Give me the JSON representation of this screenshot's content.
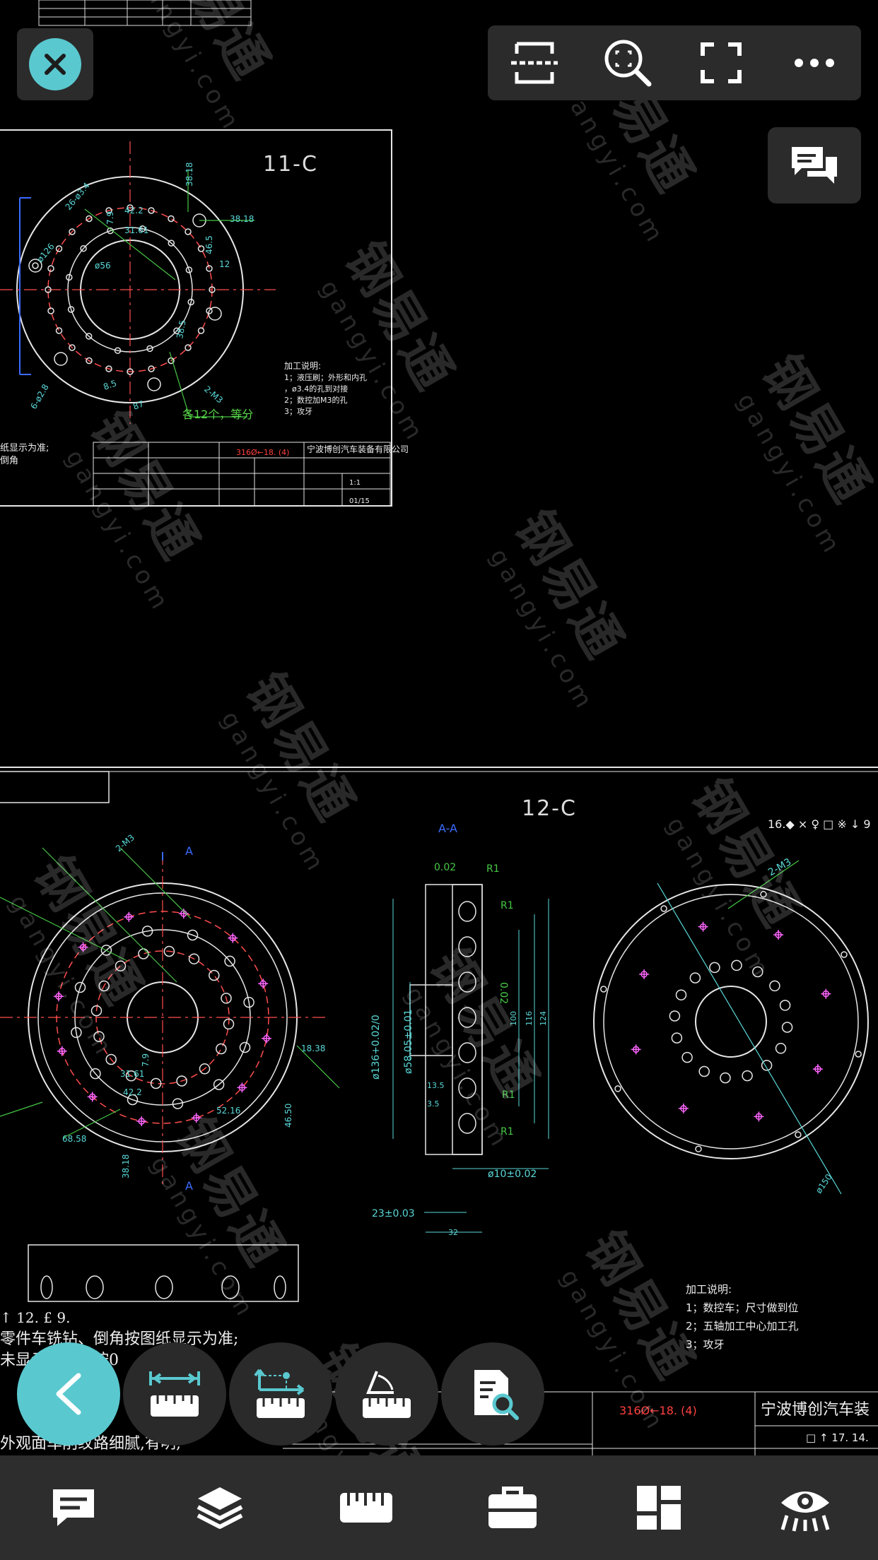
{
  "drawing": {
    "sheet1": {
      "title": "11-C",
      "notes_title": "加工说明:",
      "notes": [
        "1；液压刷；外形和内孔",
        "，ø3.4的孔到对接",
        "2；数控加M3的孔",
        "3；攻牙"
      ],
      "spacing_note": "各12个，等分",
      "company": "宁波博创汽车装备有限公司",
      "part_no": "316Ø←18. (4)",
      "left_note_1": "纸显示为准;",
      "left_note_2": "倒角",
      "dims": [
        "38.18",
        "38.18",
        "42.2",
        "31.61",
        "ø56",
        "12",
        "46.5",
        "38.5",
        "7.9",
        "8.5",
        "87",
        "26-ø3.4",
        "2-M3",
        "ø126",
        "6-ø2.8"
      ],
      "scale": "1:1",
      "sheet": "01/15"
    },
    "sheet2": {
      "title": "12-C",
      "section": "A-A",
      "section_marker": "A",
      "top_right_text": "16.◆ × ♀ □ ※ ↓ 9",
      "tolerances": [
        "0.02",
        "R1",
        "R1",
        "R1",
        "R1",
        "0.02",
        "ø136+0.02/0",
        "ø58.05±0.01",
        "ø10±0.02",
        "23±0.03",
        "32",
        "100",
        "116",
        "124",
        "13.5",
        "3.5"
      ],
      "left_dims": [
        "68.58",
        "38.18",
        "42.2",
        "31.61",
        "7.9",
        "52.16",
        "46.50",
        "18.38",
        "2-M3",
        "ø150"
      ],
      "notes_title": "加工说明:",
      "notes": [
        "1；数控车；尺寸做到位",
        "2；五轴加工中心加工孔",
        "3；攻牙"
      ],
      "bottom_notes": [
        "↑ 12.    £ 9.",
        "零件车铣钻、倒角按图纸显示为准;",
        "未显示的倒角按0",
        "外观面车削纹路细腻,有明;"
      ],
      "company": "宁波博创汽车装",
      "part_no": "316Ø←18. (4)",
      "title_row": "□ ↑ 17.  14."
    }
  },
  "watermark": {
    "brand": "钢易通",
    "domain": "gangyi.com"
  },
  "ui": {
    "close_icon": "close-icon",
    "toolbar": [
      "section-view-icon",
      "zoom-fit-icon",
      "fullscreen-icon",
      "more-icon"
    ],
    "chat_icon": "comment-icon",
    "tools": [
      "back-icon",
      "measure-linear-icon",
      "measure-coordinate-icon",
      "measure-angle-icon",
      "document-search-icon"
    ],
    "bottom_nav": [
      "annotation-icon",
      "layers-icon",
      "ruler-icon",
      "toolbox-icon",
      "layout-icon",
      "view-icon"
    ]
  },
  "colors": {
    "accent": "#5ac8cf",
    "panel": "#2b2b2b",
    "bottom_bar": "#2d2d2d"
  }
}
